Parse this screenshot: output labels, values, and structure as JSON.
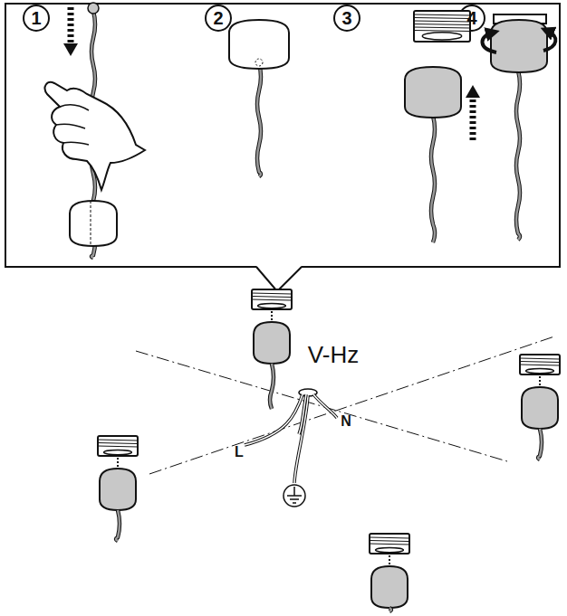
{
  "diagram": {
    "labels": [
      "1",
      "2",
      "3",
      "4",
      "V-Hz",
      "L",
      "N"
    ]
  }
}
